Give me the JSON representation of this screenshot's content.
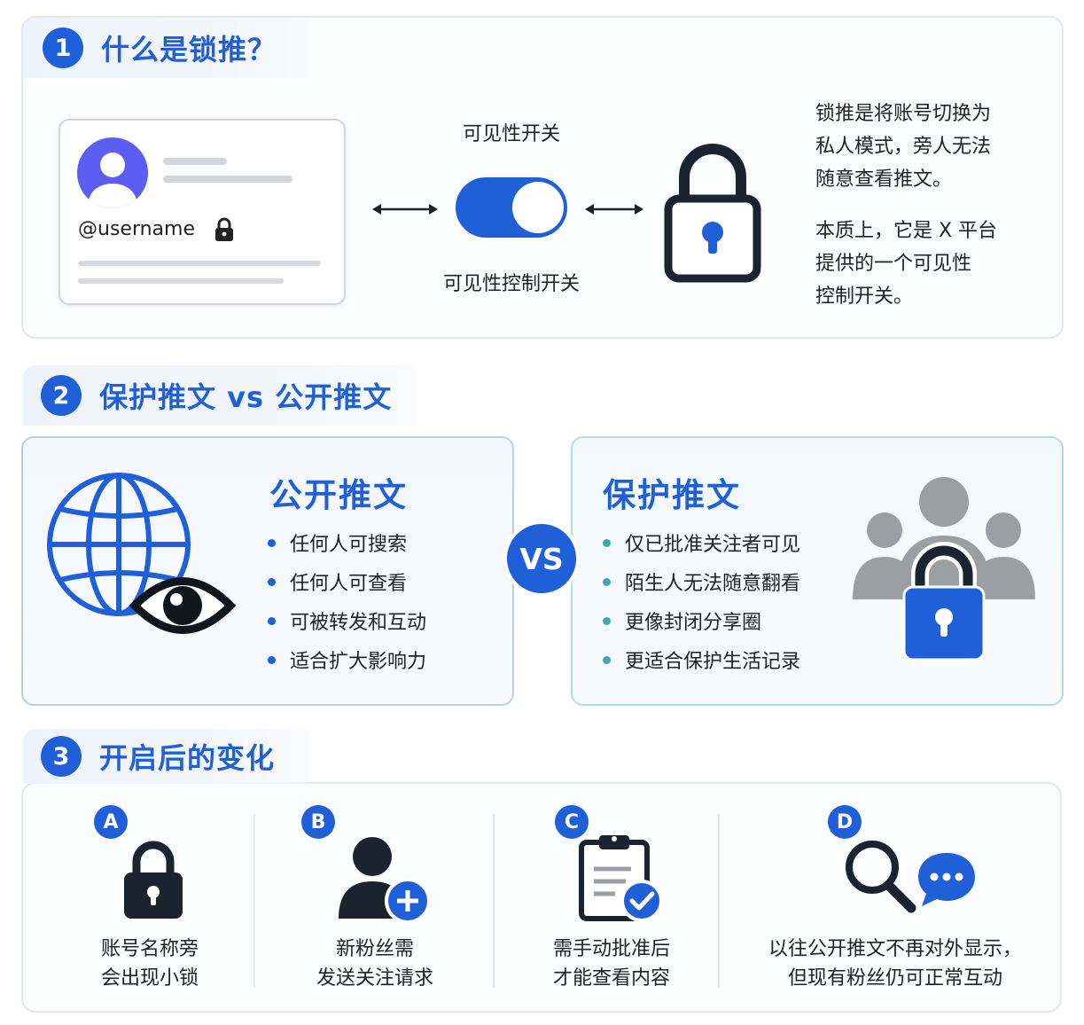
{
  "colors": {
    "accent": "#1f5fd8",
    "teal": "#3fa7b0",
    "dark": "#1f2937",
    "gray": "#9b9ea3"
  },
  "section1": {
    "number": "1",
    "title": "什么是锁推？",
    "profile": {
      "username": "@username"
    },
    "switch_label": "可见性开关",
    "switch_caption": "可见性控制开关",
    "desc1_lines": [
      "锁推是将账号切换为",
      "私人模式，旁人无法",
      "随意查看推文。"
    ],
    "desc2_lines": [
      "本质上，它是 X 平台",
      "提供的一个可见性",
      "控制开关。"
    ]
  },
  "section2": {
    "number": "2",
    "title": "保护推文 vs 公开推文",
    "vs": "VS",
    "public": {
      "title": "公开推文",
      "items": [
        "任何人可搜索",
        "任何人可查看",
        "可被转发和互动",
        "适合扩大影响力"
      ]
    },
    "protected": {
      "title": "保护推文",
      "items": [
        "仅已批准关注者可见",
        "陌生人无法随意翻看",
        "更像封闭分享圈",
        "更适合保护生活记录"
      ]
    }
  },
  "section3": {
    "number": "3",
    "title": "开启后的变化",
    "changes": [
      {
        "letter": "A",
        "icon": "lock-icon",
        "lines": [
          "账号名称旁",
          "会出现小锁"
        ]
      },
      {
        "letter": "B",
        "icon": "user-add-icon",
        "lines": [
          "新粉丝需",
          "发送关注请求"
        ]
      },
      {
        "letter": "C",
        "icon": "clipboard-check-icon",
        "lines": [
          "需手动批准后",
          "才能查看内容"
        ]
      },
      {
        "letter": "D",
        "icon": "search-chat-icon",
        "lines": [
          "以往公开推文不再对外显示，",
          "但现有粉丝仍可正常互动"
        ]
      }
    ]
  }
}
